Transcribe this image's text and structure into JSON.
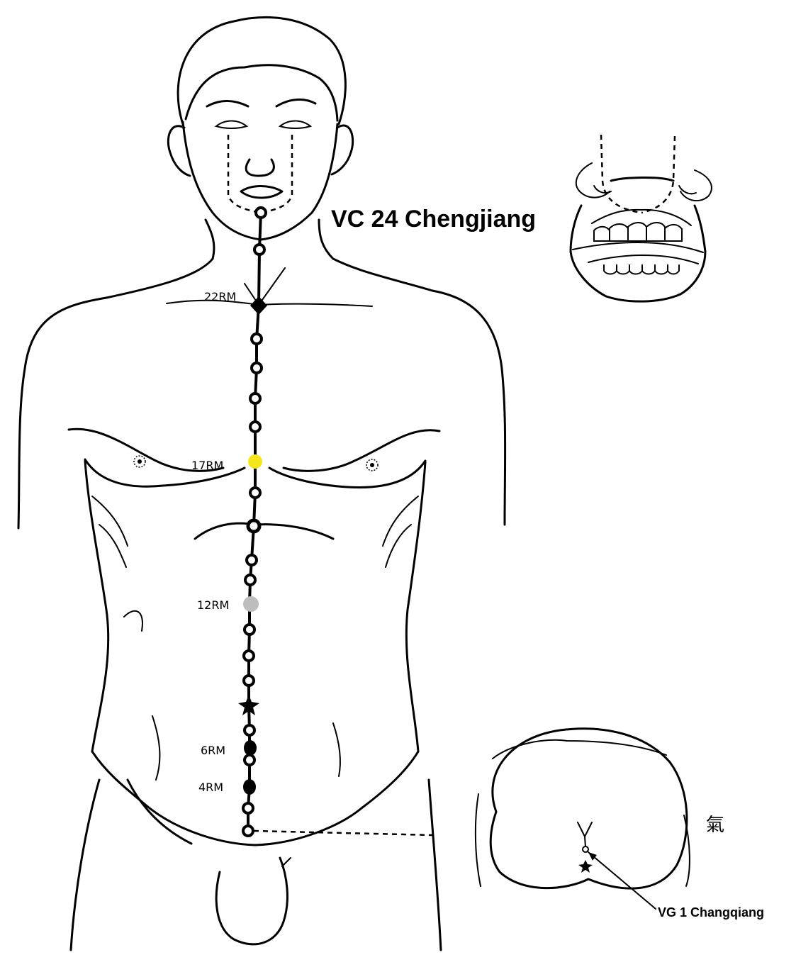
{
  "title_main": "VC 24 Chengjiang",
  "title_secondary": "VG 1 Changqiang",
  "labels": {
    "rm22": "22RM",
    "rm17": "17RM",
    "rm12": "12RM",
    "rm6": "6RM",
    "rm4": "4RM"
  },
  "seal_glyph": "氣",
  "colors": {
    "line": "#000000",
    "point_17rm": "#f5e61c",
    "point_12rm": "#bdbdbd"
  },
  "icons": [
    "acupoint-ring-icon",
    "acupoint-solid-icon",
    "acupoint-star-icon"
  ]
}
